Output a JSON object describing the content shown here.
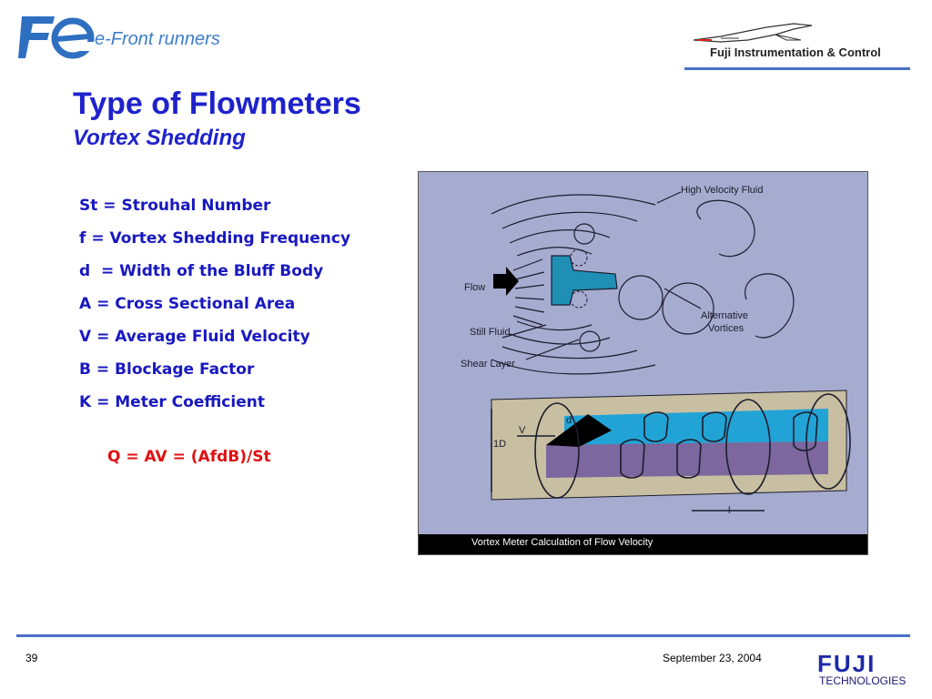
{
  "header": {
    "tagline": "e-Front runners",
    "company": "Fuji Instrumentation & Control"
  },
  "slide": {
    "title": "Type of Flowmeters",
    "subtitle": "Vortex Shedding",
    "definitions": [
      "St = Strouhal Number",
      "f = Vortex Shedding Frequency",
      "d  = Width of the Bluff Body",
      "A = Cross Sectional Area",
      "V = Average Fluid Velocity",
      "B = Blockage Factor",
      "K = Meter Coefficient"
    ],
    "formula": "Q = AV = (AfdB)/St"
  },
  "figure": {
    "labels": {
      "high_velocity": "High Velocity Fluid",
      "flow": "Flow",
      "still_fluid": "Still Fluid",
      "shear_layer": "Shear Layer",
      "alternative_vortices_1": "Alternative",
      "alternative_vortices_2": "Vortices",
      "d": "d",
      "v": "V",
      "one_d": "1D",
      "l": "l"
    },
    "caption": "Vortex Meter Calculation of Flow Velocity"
  },
  "footer": {
    "page": "39",
    "date": "September 23, 2004",
    "logo_text": "FUJI",
    "sub_logo": "TECHNOLOGIES"
  },
  "colors": {
    "title": "#1e22cc",
    "body_text": "#1818c0",
    "formula": "#e01010",
    "rule": "#4a6fc7",
    "figure_bg": "#a6acd0"
  }
}
